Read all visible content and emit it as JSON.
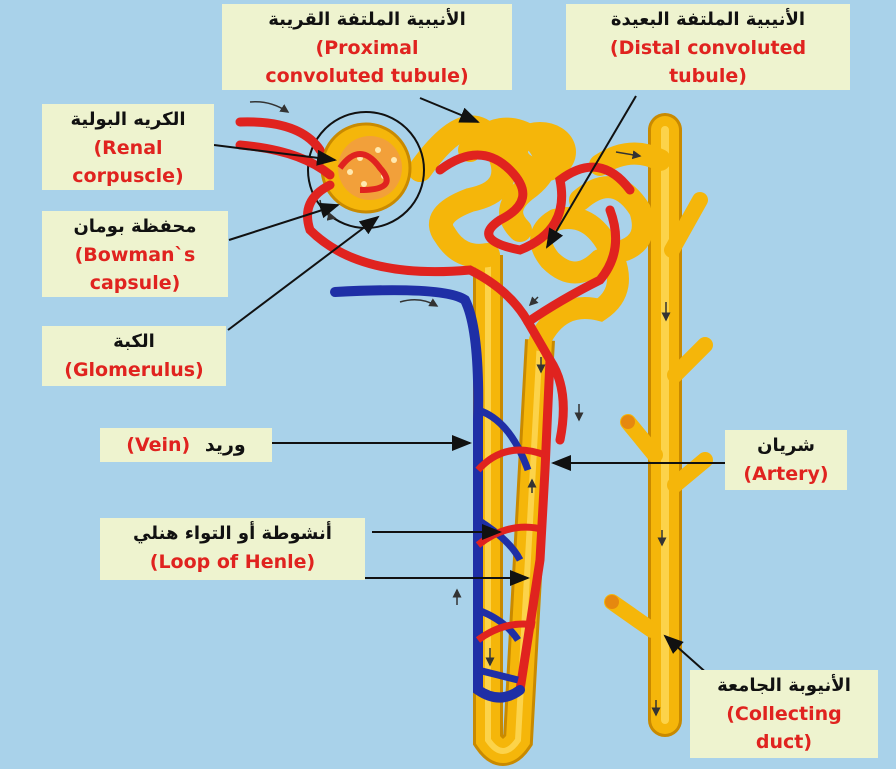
{
  "labels": {
    "pct": {
      "ar": "الأنيبية الملتفة القريبة",
      "en1": "(Proximal",
      "en2": "convoluted tubule)"
    },
    "dct": {
      "ar": "الأنيبية الملتفة البعيدة",
      "en1": "(Distal convoluted",
      "en2": "tubule)"
    },
    "renal": {
      "ar": "الكريه البولية",
      "en1": "(Renal",
      "en2": "corpuscle)"
    },
    "bowman": {
      "ar": "محفظة بومان",
      "en1": "(Bowman`s",
      "en2": "capsule)"
    },
    "glom": {
      "ar": "الكبة",
      "en1": "(Glomerulus)"
    },
    "vein": {
      "ar": "وريد",
      "en1": "(Vein)"
    },
    "artery": {
      "ar": "شريان",
      "en1": "(Artery)"
    },
    "henle": {
      "ar": "أنشوطة أو التواء هنلي",
      "en1": "(Loop of Henle)"
    },
    "collect": {
      "ar": "الأنيوبة الجامعة",
      "en1": "(Collecting",
      "en2": "duct)"
    }
  },
  "colors": {
    "background": "#a9d2ea",
    "tubule": "#f5b60a",
    "artery": "#e0231f",
    "vein": "#1f2fa6",
    "label_bg": "#eef3cf"
  }
}
